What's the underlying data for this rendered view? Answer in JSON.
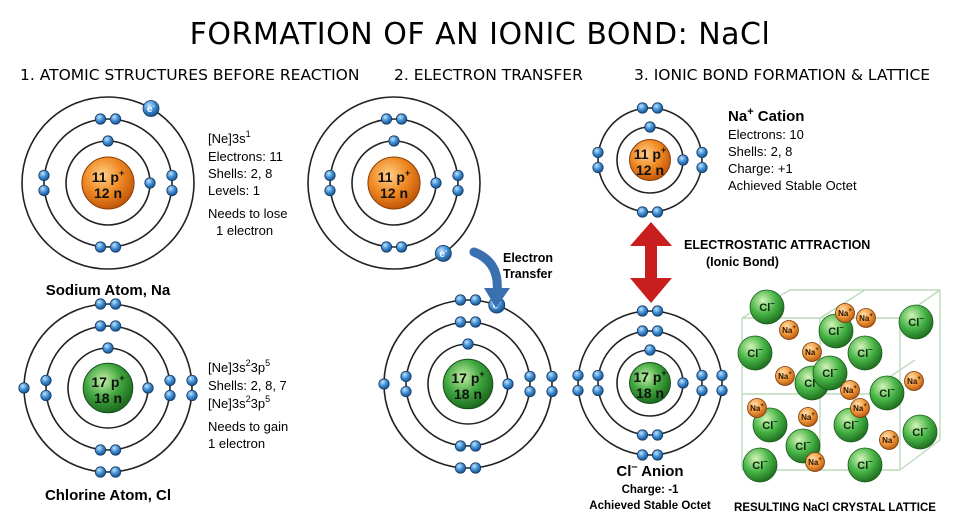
{
  "title": "FORMATION OF AN IONIC BOND: NaCl",
  "sections": {
    "s1": "1. ATOMIC STRUCTURES BEFORE REACTION",
    "s2": "2. ELECTRON TRANSFER",
    "s3": "3. IONIC BOND FORMATION & LATTICE"
  },
  "sodium": {
    "nucleus_p": "11 p",
    "nucleus_n": "12 n",
    "charge_sign": "+",
    "config": "[Ne]3s",
    "config_sup": "1",
    "electrons": "Electrons: 11",
    "shells": "Shells: 2, 8",
    "levels": "Levels: 1",
    "need1": "Needs to lose",
    "need2": "1 electron",
    "name": "Sodium Atom, Na"
  },
  "chlorine": {
    "nucleus_p": "17 p",
    "nucleus_n": "18 n",
    "charge_sign": "+",
    "config_a": "[Ne]3s",
    "config_sup1": "2",
    "config_b": "3p",
    "config_sup2": "5",
    "shells": "Shells: 2, 8, 7",
    "config2_a": "[Ne]3s",
    "config2_sup1": "2",
    "config2_b": "3p",
    "config2_sup2": "5",
    "need1": "Needs to gain",
    "need2": "1 electron",
    "name": "Chlorine Atom, Cl"
  },
  "transfer": {
    "electron_label": "e",
    "electron_sign": "-",
    "label1": "Electron",
    "label2": "Transfer"
  },
  "cation": {
    "title": "Na",
    "title_sup": "+",
    "title_rest": " Cation",
    "electrons": "Electrons: 10",
    "shells": "Shells: 2, 8",
    "charge": "Charge: +1",
    "stable": "Achieved Stable Octet"
  },
  "attraction": {
    "line1": "ELECTROSTATIC ATTRACTION",
    "line2": "(Ionic Bond)"
  },
  "anion": {
    "title": "Cl",
    "title_sup": "–",
    "title_rest": " Anion",
    "charge": "Charge: -1",
    "stable": "Achieved Stable Octet"
  },
  "lattice": {
    "caption": "RESULTING NaCl CRYSTAL LATTICE",
    "cl_label": "Cl",
    "cl_sign": "–",
    "na_label": "Na",
    "na_sign": "+"
  },
  "colors": {
    "electron": "#2f7fc4",
    "orange_nucleus": "#ee7a1e",
    "green_nucleus": "#3a9a3a",
    "arrow_red": "#c81e1e",
    "arrow_blue": "#3a6fb0"
  }
}
